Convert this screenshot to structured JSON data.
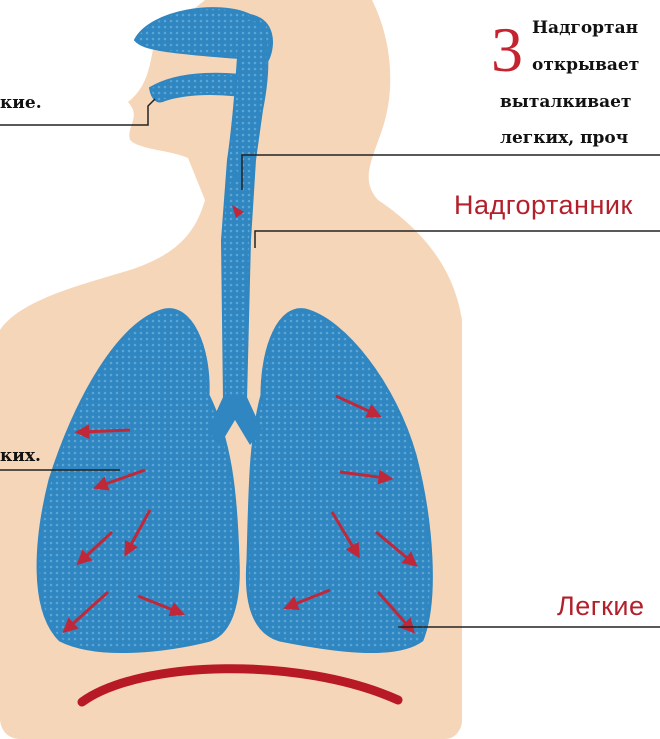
{
  "labels": {
    "left_top": "кие.",
    "left_mid": "ких.",
    "epiglottis": "Надгортанник",
    "lungs": "Легкие"
  },
  "step": {
    "number": "3",
    "lines": [
      "Надгортан",
      "открывает",
      "выталкивает",
      "легких, проч"
    ]
  },
  "colors": {
    "airway_blue": "#2f86c0",
    "skin": "#f6d6b8",
    "arrow_red": "#c0283a",
    "diaphragm_red": "#b81a25",
    "label_red": "#b2202b"
  }
}
